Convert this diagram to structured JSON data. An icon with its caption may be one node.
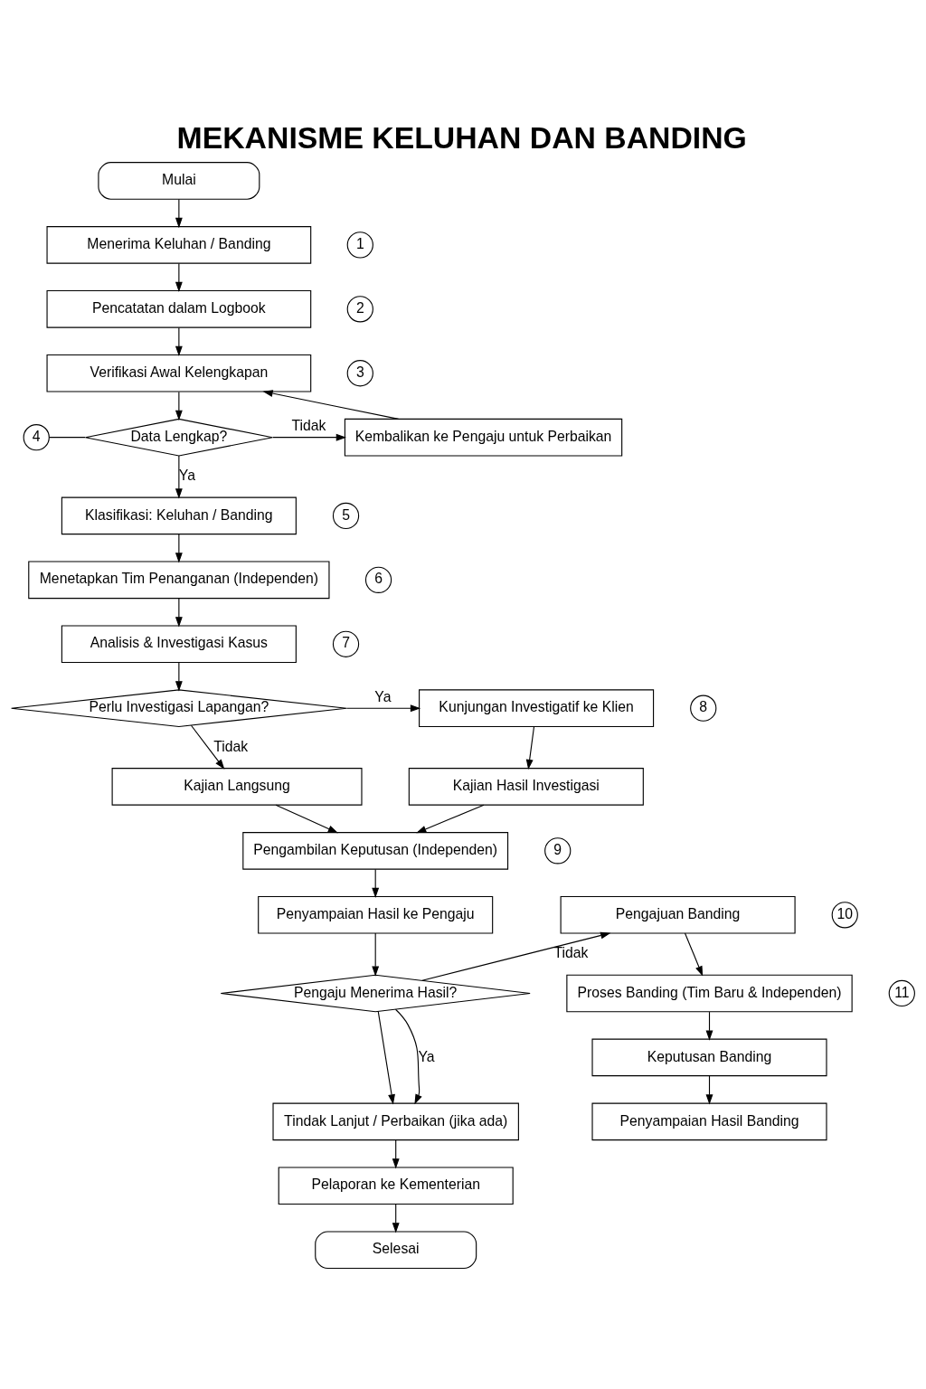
{
  "diagram": {
    "title": "MEKANISME KELUHAN DAN BANDING",
    "nodes": [
      {
        "text": [
          "Mulai"
        ]
      },
      {
        "text": [
          "1"
        ]
      },
      {
        "text": [
          "Menerima Keluhan / Banding"
        ]
      },
      {
        "text": [
          "2"
        ]
      },
      {
        "text": [
          "Pencatatan dalam Logbook"
        ]
      },
      {
        "text": [
          "3"
        ]
      },
      {
        "text": [
          "Verifikasi Awal Kelengkapan"
        ]
      },
      {
        "text": [
          "4"
        ]
      },
      {
        "text": [
          "Data Lengkap?"
        ]
      },
      {
        "text": [
          "Kembalikan ke Pengaju untuk Perbaikan"
        ]
      },
      {
        "text": [
          "5"
        ]
      },
      {
        "text": [
          "Klasifikasi: Keluhan / Banding"
        ]
      },
      {
        "text": [
          "6"
        ]
      },
      {
        "text": [
          "Menetapkan Tim Penanganan (Independen)"
        ]
      },
      {
        "text": [
          "7"
        ]
      },
      {
        "text": [
          "Analisis & Investigasi Kasus"
        ]
      },
      {
        "text": [
          "8"
        ]
      },
      {
        "text": [
          "Perlu Investigasi Lapangan?"
        ]
      },
      {
        "text": [
          "Kunjungan Investigatif ke Klien"
        ]
      },
      {
        "text": [
          "Kajian Langsung"
        ]
      },
      {
        "text": [
          "Kajian Hasil Investigasi"
        ]
      },
      {
        "text": [
          "9"
        ]
      },
      {
        "text": [
          "Pengambilan Keputusan (Independen)"
        ]
      },
      {
        "text": [
          "10"
        ]
      },
      {
        "text": [
          "Penyampaian Hasil ke Pengaju"
        ]
      },
      {
        "text": [
          "Pengajuan Banding"
        ]
      },
      {
        "text": [
          "11"
        ]
      },
      {
        "text": [
          "Pengaju Menerima Hasil?"
        ]
      },
      {
        "text": [
          "Proses Banding (Tim Baru & Independen)"
        ]
      },
      {
        "text": [
          "Keputusan Banding"
        ]
      },
      {
        "text": [
          "Tindak Lanjut / Perbaikan (jika ada)"
        ]
      },
      {
        "text": [
          "Penyampaian Hasil Banding"
        ]
      },
      {
        "text": [
          "Pelaporan ke Kementerian"
        ]
      },
      {
        "text": [
          "Selesai"
        ]
      }
    ],
    "edges": [
      {
        "from": 0,
        "to": 2,
        "arrow": "to"
      },
      {
        "from": 2,
        "to": 4,
        "arrow": "to"
      },
      {
        "from": 4,
        "to": 6,
        "arrow": "to"
      },
      {
        "from": 6,
        "to": 8,
        "arrow": "to"
      },
      {
        "from": 7,
        "to": 8,
        "arrow": "none"
      },
      {
        "from": 8,
        "to": 9,
        "arrow": "to",
        "label": "Tidak"
      },
      {
        "from": 9,
        "to": 6,
        "arrow": "to"
      },
      {
        "from": 8,
        "to": 11,
        "arrow": "to",
        "label": "Ya"
      },
      {
        "from": 11,
        "to": 13,
        "arrow": "to"
      },
      {
        "from": 13,
        "to": 15,
        "arrow": "to"
      },
      {
        "from": 15,
        "to": 17,
        "arrow": "to"
      },
      {
        "from": 17,
        "to": 18,
        "arrow": "to",
        "label": "Ya"
      },
      {
        "from": 17,
        "to": 19,
        "arrow": "to",
        "label": "Tidak"
      },
      {
        "from": 18,
        "to": 20,
        "arrow": "to"
      },
      {
        "from": 19,
        "to": 22,
        "arrow": "to"
      },
      {
        "from": 20,
        "to": 22,
        "arrow": "to"
      },
      {
        "from": 22,
        "to": 24,
        "arrow": "to"
      },
      {
        "from": 24,
        "to": 27,
        "arrow": "to"
      },
      {
        "from": 27,
        "to": 25,
        "arrow": "to",
        "label": "Tidak"
      },
      {
        "from": 27,
        "to": 30,
        "arrow": "to"
      },
      {
        "from": 27,
        "to": 30,
        "arrow": "to",
        "label": "Ya"
      },
      {
        "from": 25,
        "to": 28,
        "arrow": "to"
      },
      {
        "from": 28,
        "to": 29,
        "arrow": "to"
      },
      {
        "from": 29,
        "to": 31,
        "arrow": "to"
      },
      {
        "from": 30,
        "to": 32,
        "arrow": "to"
      },
      {
        "from": 32,
        "to": 33,
        "arrow": "to"
      }
    ]
  }
}
